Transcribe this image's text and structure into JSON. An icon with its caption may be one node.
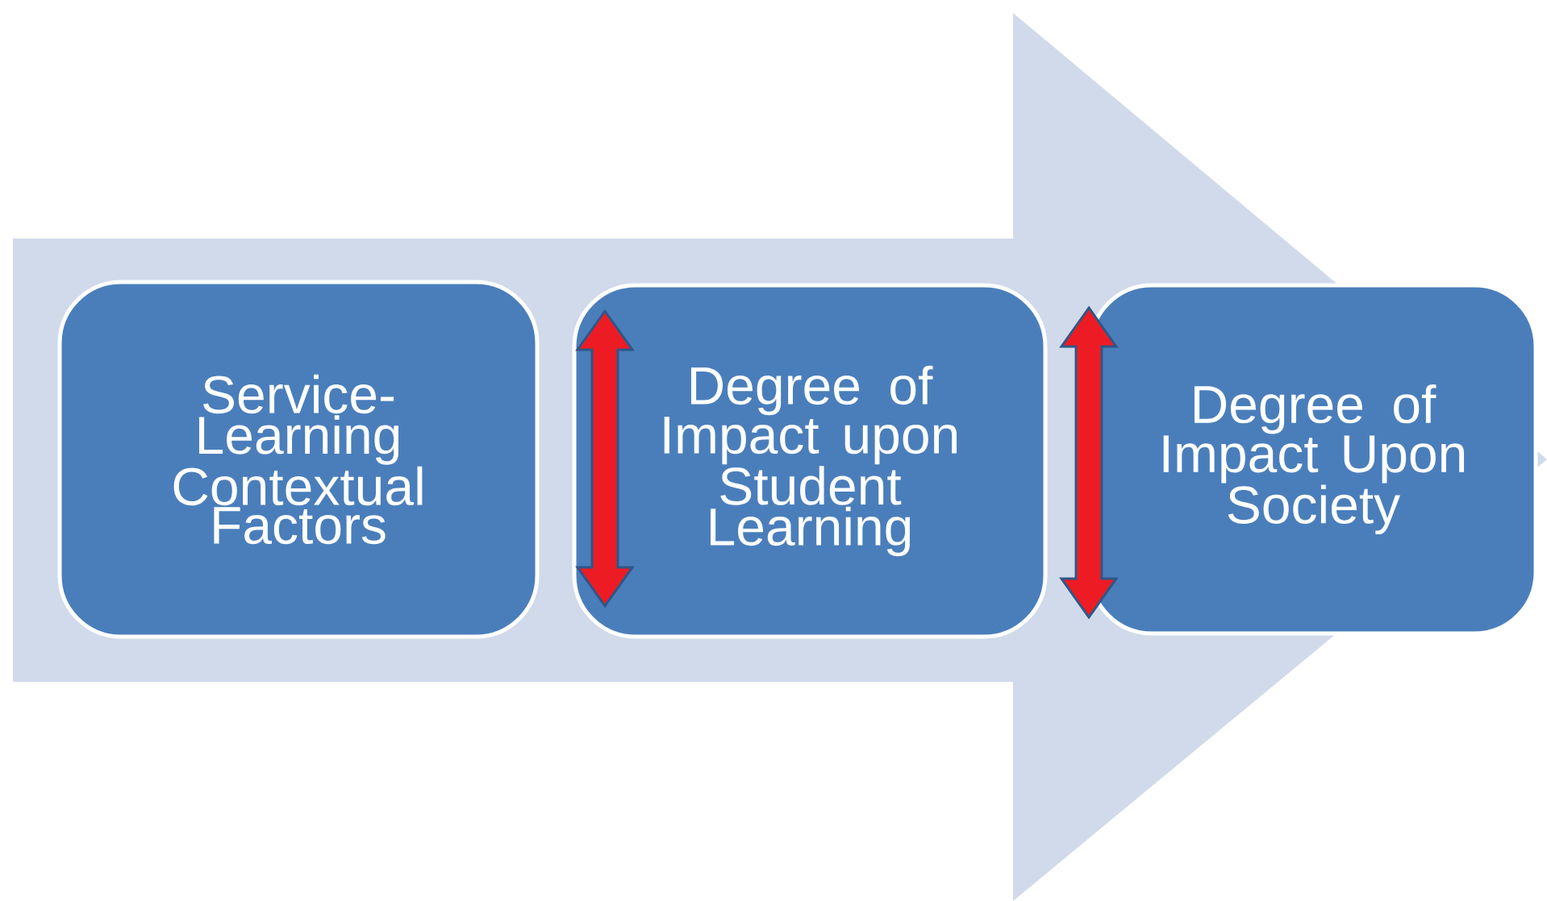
{
  "diagram": {
    "nodes": [
      {
        "text": [
          "Service-Learning Contextual Factors"
        ]
      },
      {
        "text": [
          "Degree of Impact upon Student Learning"
        ]
      },
      {
        "text": [
          "Degree of Impact Upon Society"
        ]
      }
    ],
    "edges": [
      {
        "from": 0,
        "to": 2,
        "arrow": "to"
      }
    ]
  }
}
